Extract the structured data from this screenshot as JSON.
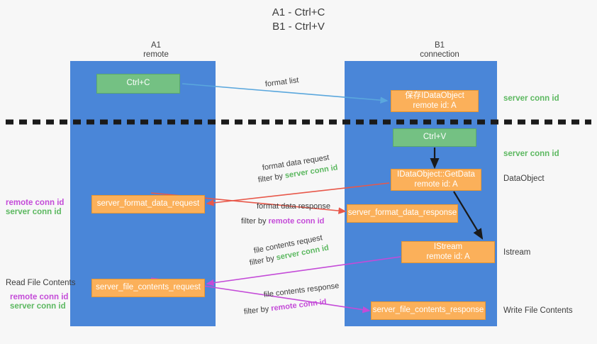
{
  "title": {
    "line1": "A1 - Ctrl+C",
    "line2": "B1 - Ctrl+V"
  },
  "columns": [
    {
      "name": "A1",
      "sub": "remote"
    },
    {
      "name": "B1",
      "sub": "connection"
    }
  ],
  "nodes": {
    "ctrl_c": "Ctrl+C",
    "ctrl_v": "Ctrl+V",
    "idataobject_line1": "保存IDataObject",
    "idataobject_line2": "remote id: A",
    "getdata_line1": "IDataObject::GetData",
    "getdata_line2": "remote id: A",
    "istream_line1": "IStream",
    "istream_line2": "remote id: A",
    "server_format_data_request": "server_format_data_request",
    "server_format_data_response": "server_format_data_response",
    "server_file_contents_request": "server_file_contents_request",
    "server_file_contents_response": "server_file_contents_response"
  },
  "edge_labels": {
    "format_list": "format list",
    "format_data_request": "format data request",
    "format_data_request_filter_prefix": "filter by ",
    "format_data_request_filter_value": "server conn id",
    "format_data_response": "format data response",
    "format_data_response_filter_prefix": "filter by ",
    "format_data_response_filter_value": "remote conn id",
    "file_contents_request": "file contents request",
    "file_contents_request_filter_prefix": "filter by ",
    "file_contents_request_filter_value": "server conn id",
    "file_contents_response": "file contents response",
    "file_contents_response_filter_prefix": "filter by ",
    "file_contents_response_filter_value": "remote conn id"
  },
  "side_labels": {
    "right_server_conn_id_1": "server conn id",
    "right_server_conn_id_2": "server conn id",
    "right_dataobject": "DataObject",
    "right_istream": "Istream",
    "right_write_file_contents": "Write File Contents",
    "left_remote_conn_id_1": "remote conn id",
    "left_server_conn_id_1": "server conn id",
    "left_read_file_contents": "Read File Contents",
    "left_remote_conn_id_2": "remote conn id",
    "left_server_conn_id_2": "server conn id"
  },
  "colors": {
    "lane": "#4a86d8",
    "node_orange": "#fbb05a",
    "node_green": "#74c183",
    "arrow_lightblue": "#5aa7dd",
    "arrow_red": "#e8584a",
    "arrow_magenta": "#c44bd8",
    "arrow_black": "#1a1a1a",
    "divider": "#1a1a1a",
    "green_text": "#5cb860",
    "magenta_text": "#c44bd8",
    "background": "#f7f7f7"
  }
}
